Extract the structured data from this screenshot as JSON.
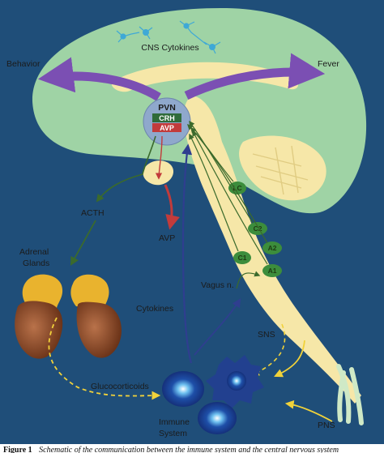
{
  "labels": {
    "cns_cytokines": "CNS Cytokines",
    "behavior": "Behavior",
    "fever": "Fever",
    "pvn": "PVN",
    "crh": "CRH",
    "avp_box": "AVP",
    "acth": "ACTH",
    "avp": "AVP",
    "adrenal_glands_line1": "Adrenal",
    "adrenal_glands_line2": "Glands",
    "lc": "LC",
    "c2": "C2",
    "a2": "A2",
    "c1": "C1",
    "a1": "A1",
    "vagus": "Vagus n.",
    "cytokines": "Cytokines",
    "sns": "SNS",
    "glucocorticoids": "Glucocorticoids",
    "immune_line1": "Immune",
    "immune_line2": "System",
    "pns": "PNS"
  },
  "caption": {
    "figure": "Figure 1",
    "text": "Schematic of the communication between the immune system and the central nervous system"
  },
  "colors": {
    "background": "#1f4e79",
    "brain": "#9fd3a5",
    "brainstem": "#f6e7a8",
    "pvn": "#8fa8cc",
    "crh": "#2f6b3a",
    "avp": "#c23b3b",
    "behavior_arrow": "#7b4fb3",
    "nucleus": "#3c8d3c",
    "adrenal_cortex": "#e9b32e",
    "adrenal_medulla": "#8a4a2b",
    "immune_cell": "#2a4fa3",
    "glucocorticoid_arrow": "#f1d23a",
    "cytokine_arrow": "#2f3e8f",
    "pathway_green": "#3b6a2c"
  }
}
